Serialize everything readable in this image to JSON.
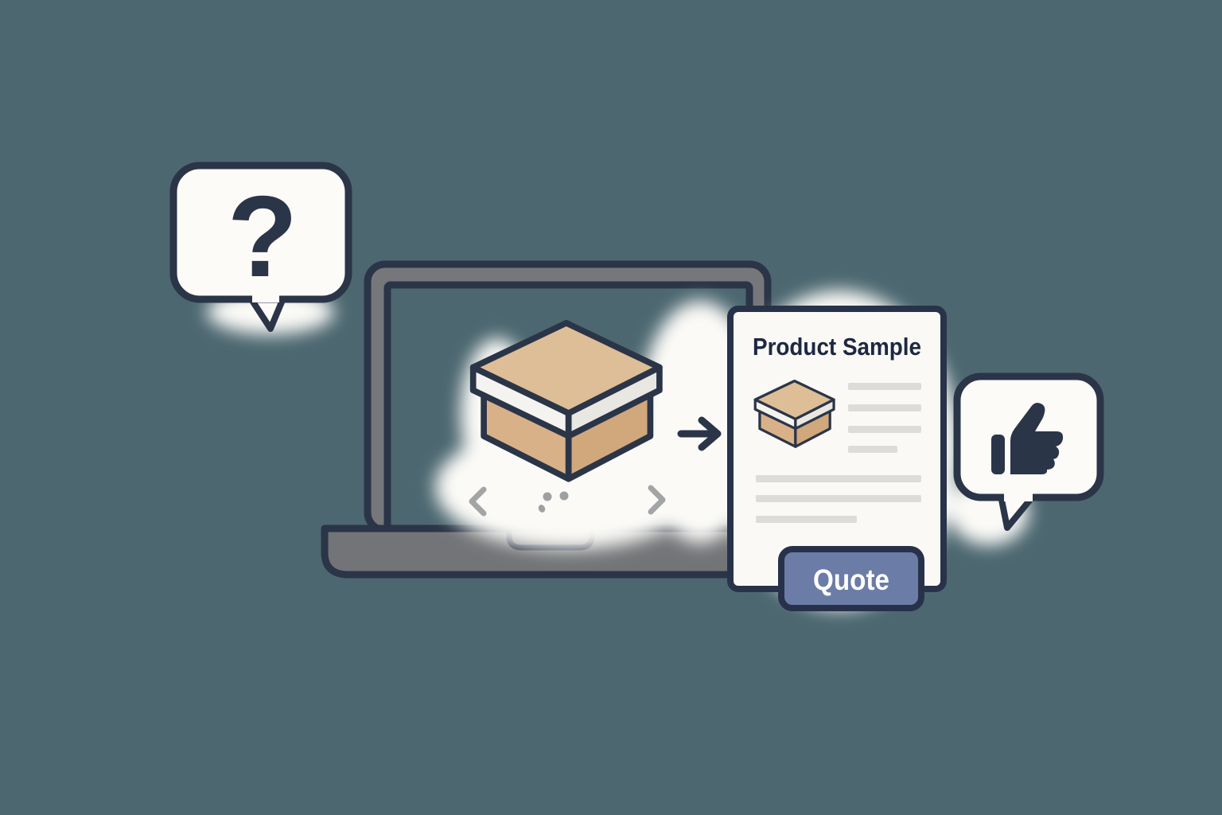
{
  "scene": {
    "background_color": "#4C6770",
    "outline_color": "#2B3548",
    "cloud_color": "#FBFAF7"
  },
  "question_bubble": {
    "glyph": "?",
    "fill_color": "#FCFBF8"
  },
  "laptop": {
    "bezel_color": "#75777A",
    "base_color": "#727477",
    "screen_color": "#4C6770"
  },
  "carousel": {
    "prev_icon": "chevron-left",
    "next_icon": "chevron-right",
    "dot_count": 3,
    "control_color": "#A2A4A6"
  },
  "transfer_arrow": {
    "direction": "right"
  },
  "product_box": {
    "top_color": "#DEBE96",
    "lid_front_color": "#F4F3F0",
    "lid_side_color": "#E9E7E2",
    "front_color": "#D9B189",
    "side_color": "#D1A77C"
  },
  "document": {
    "title": "Product Sample",
    "paper_color": "#FAF9F6",
    "placeholder_line_color": "#DDDCD8",
    "placeholder_lines_beside_image": 4,
    "placeholder_lines_below": 3,
    "quote_button": {
      "label": "Quote",
      "fill_color": "#6B7DA6",
      "text_color": "#FFFFFF"
    }
  },
  "feedback_bubble": {
    "icon": "thumbs-up",
    "fill_color": "#FCFBF8"
  }
}
